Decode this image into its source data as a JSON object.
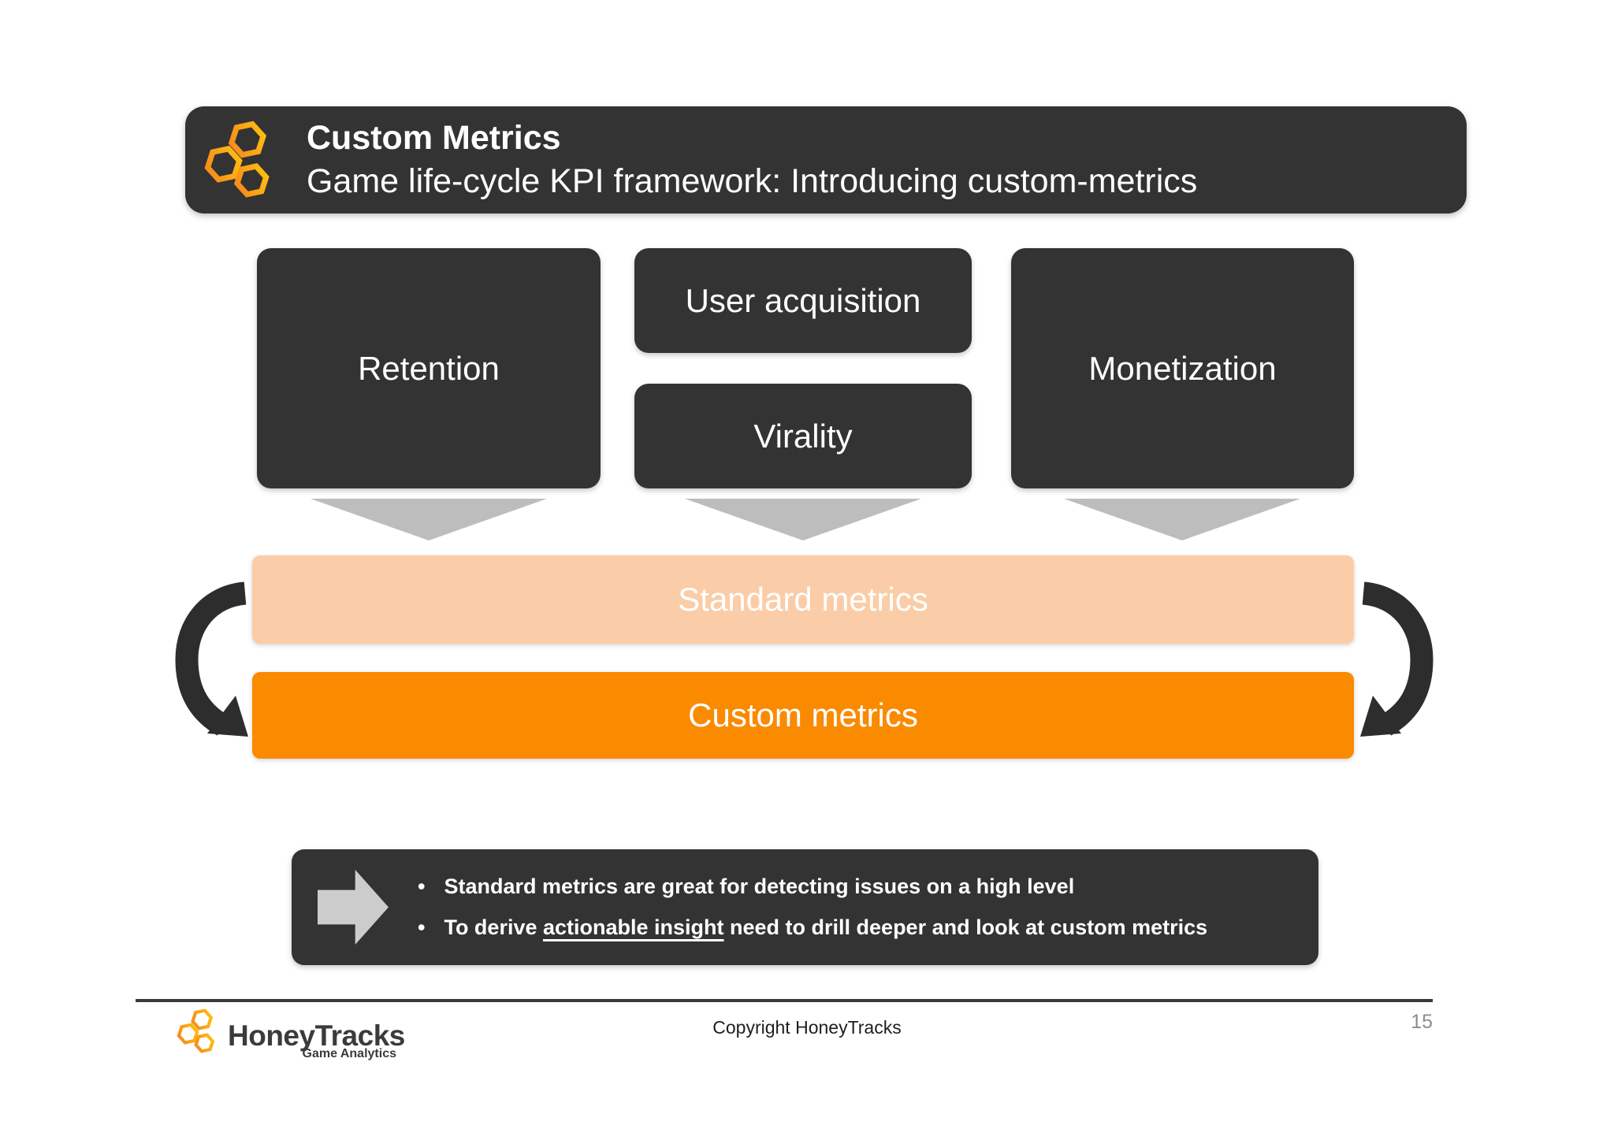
{
  "header": {
    "title": "Custom Metrics",
    "subtitle": "Game life-cycle KPI framework: Introducing custom-metrics"
  },
  "boxes": [
    {
      "label": "Retention"
    },
    {
      "label": "User acquisition"
    },
    {
      "label": "Virality"
    },
    {
      "label": "Monetization"
    }
  ],
  "bars": [
    {
      "label": "Standard metrics"
    },
    {
      "label": "Custom metrics"
    }
  ],
  "notes": {
    "bullets": [
      {
        "pre": "Standard metrics are great for detecting issues on a high level",
        "underline": "",
        "post": ""
      },
      {
        "pre": "To derive ",
        "underline": "actionable insight",
        "post": " need to drill deeper and look at custom metrics"
      }
    ]
  },
  "footer": {
    "brand": "HoneyTracks",
    "brand_sub": "Game Analytics",
    "copyright": "Copyright HoneyTracks",
    "page": "15"
  },
  "icons": {
    "logo": "three-hexagons",
    "flow": "down-triangle",
    "cycle": "curved-cycle-arrow",
    "note": "block-arrow-right"
  },
  "colors": {
    "dark": "#333333",
    "peach": "#FACDA8",
    "orange": "#FA8A00",
    "triangle": "#BDBDBD",
    "block-arrow": "#CCCCCC",
    "cycle-arrow": "#2D2D2D",
    "footer-line": "#3A3A3A",
    "page-gray": "#8C8C94",
    "brand-dark": "#3B3B3B",
    "logo-orange": "#F6861F",
    "logo-yellow": "#FFC20E"
  }
}
